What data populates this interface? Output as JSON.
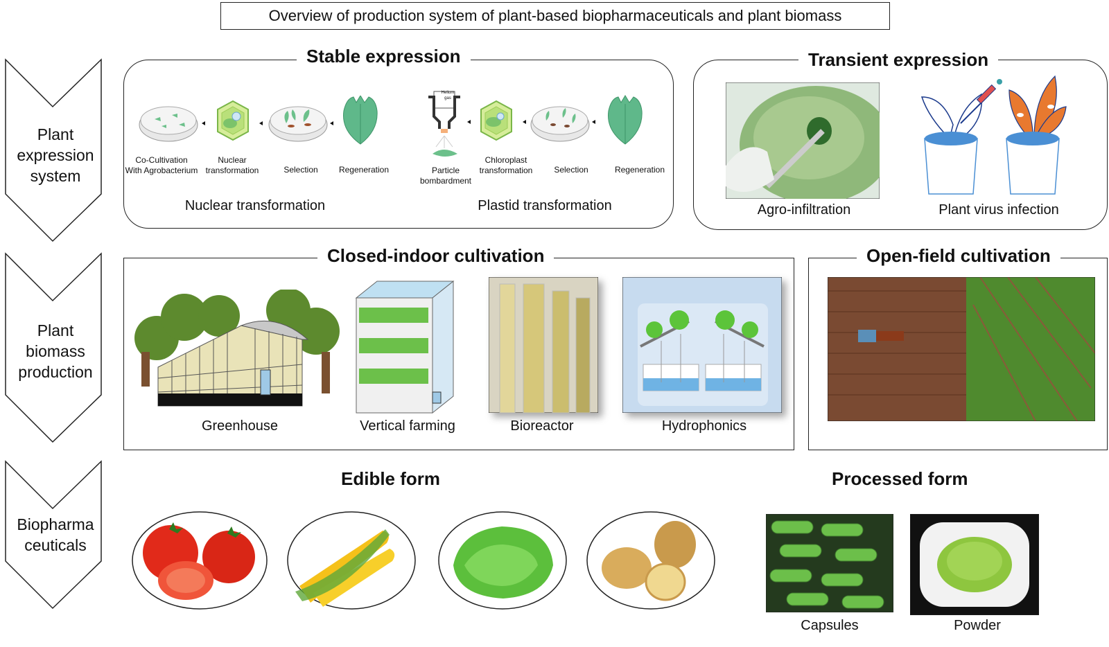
{
  "main_title": "Overview of production system of plant-based biopharmaceuticals and plant biomass",
  "stages": [
    {
      "line1": "Plant",
      "line2": "expression",
      "line3": "system"
    },
    {
      "line1": "Plant",
      "line2": "biomass",
      "line3": "production"
    },
    {
      "line1": "Biopharma",
      "line2": "ceuticals",
      "line3": ""
    }
  ],
  "stable": {
    "title": "Stable expression",
    "nuclear": {
      "label": "Nuclear transformation",
      "steps": [
        "Co-Cultivation",
        "With Agrobacterium",
        "Nuclear",
        "transformation",
        "Selection",
        "Regeneration"
      ]
    },
    "plastid": {
      "label": "Plastid transformation",
      "helium": "Helium",
      "gas": "gas",
      "steps": [
        "Particle",
        "bombardment",
        "Chloroplast",
        "transformation",
        "Selection",
        "Regeneration"
      ]
    }
  },
  "transient": {
    "title": "Transient expression",
    "items": [
      "Agro-infiltration",
      "Plant virus infection"
    ]
  },
  "closed": {
    "title": "Closed-indoor cultivation",
    "items": [
      "Greenhouse",
      "Vertical farming",
      "Bioreactor",
      "Hydrophonics"
    ]
  },
  "open": {
    "title": "Open-field cultivation"
  },
  "edible": {
    "title": "Edible form"
  },
  "processed": {
    "title": "Processed form",
    "items": [
      "Capsules",
      "Powder"
    ]
  },
  "colors": {
    "green_leaf": "#5fb88a",
    "orange_leaf": "#e8792f",
    "pot_blue": "#4a8fd4",
    "soil": "#7a4a32",
    "field_green": "#4f8a2e"
  }
}
